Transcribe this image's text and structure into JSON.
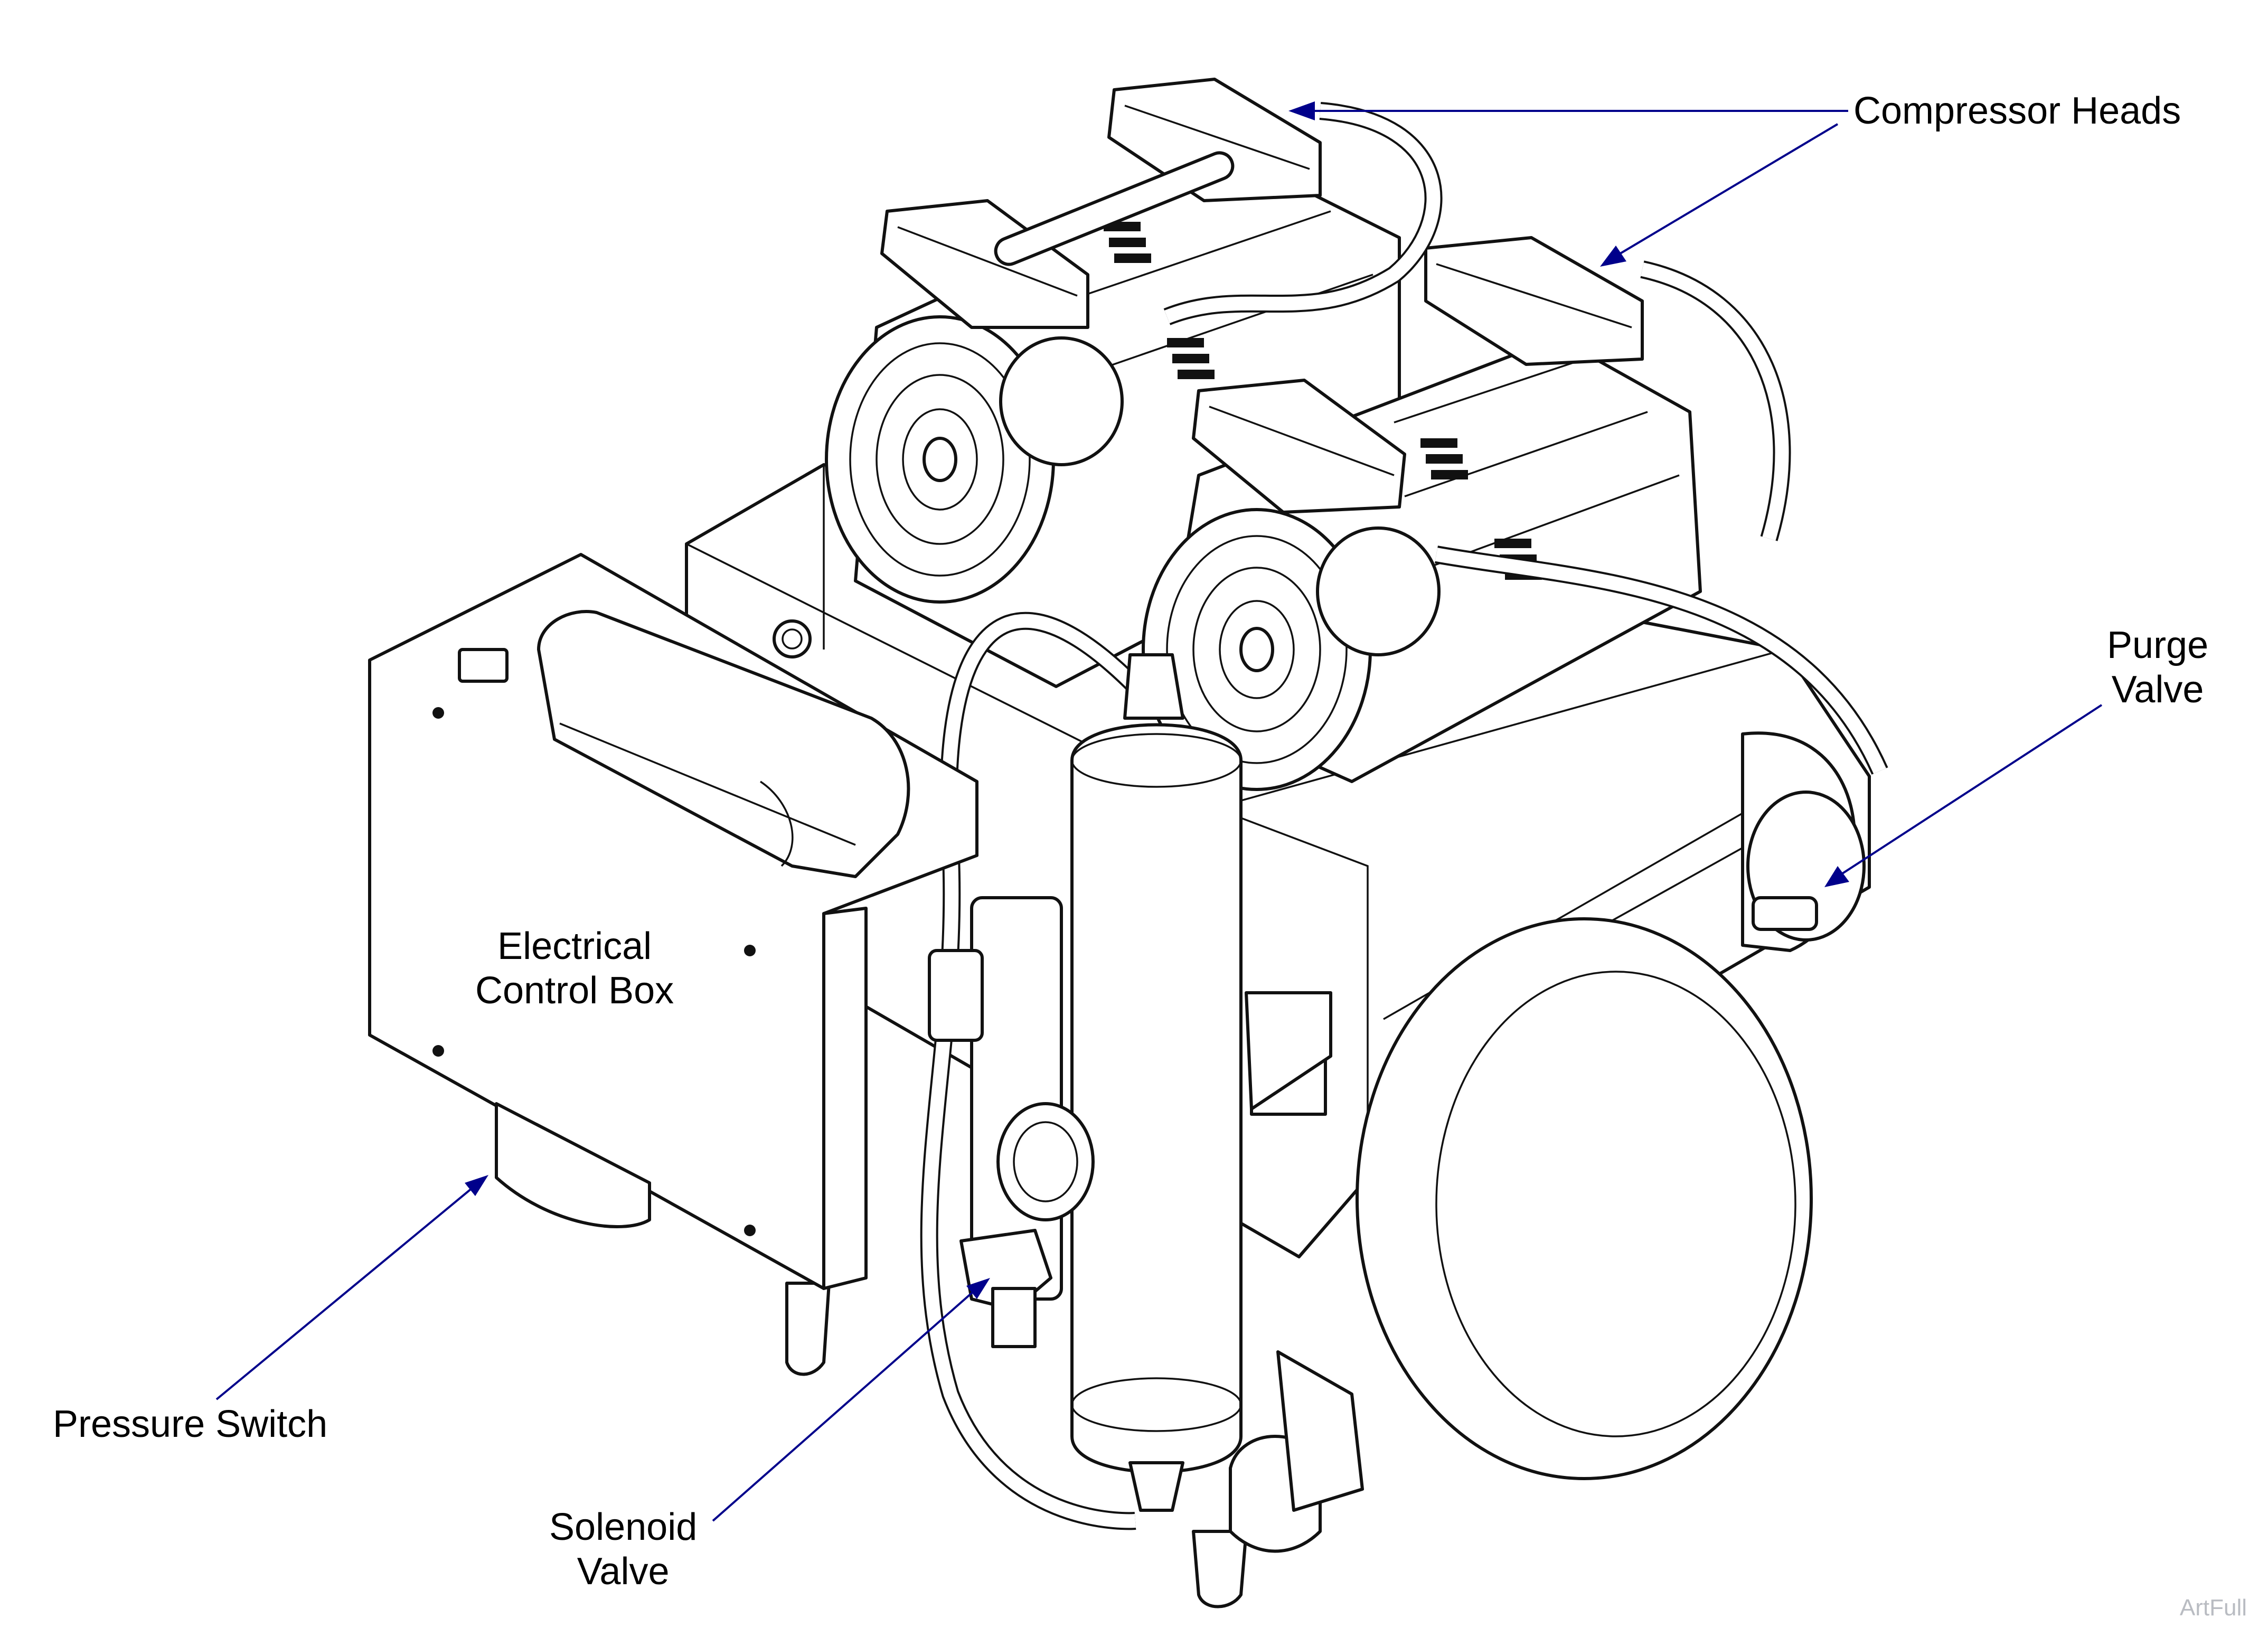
{
  "labels": {
    "compressor_heads": "Compressor Heads",
    "purge_valve": [
      "Purge",
      "Valve"
    ],
    "electrical_control_box": [
      "Electrical",
      "Control Box"
    ],
    "pressure_switch": "Pressure Switch",
    "solenoid_valve": [
      "Solenoid",
      "Valve"
    ]
  },
  "watermark": "ArtFull",
  "colors": {
    "leader": "#00008b",
    "ink": "#111111",
    "background": "#ffffff",
    "watermark": "#b9bcc2"
  }
}
